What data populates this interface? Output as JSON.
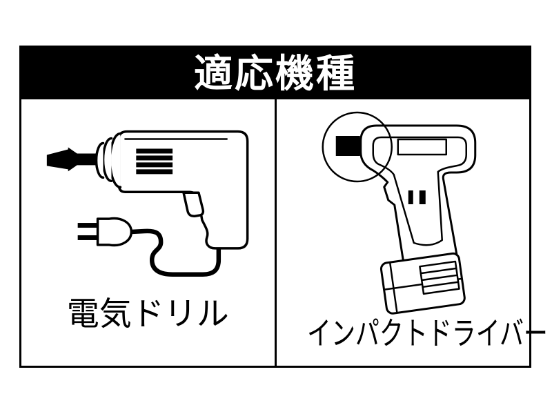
{
  "header": {
    "title": "適応機種"
  },
  "panels": {
    "left": {
      "label": "電気ドリル",
      "illustration": "electric-drill"
    },
    "right": {
      "label": "インパクトドライバー",
      "illustration": "impact-driver"
    }
  },
  "colors": {
    "background": "#ffffff",
    "header_bg": "#000000",
    "header_text": "#ffffff",
    "line": "#000000"
  }
}
